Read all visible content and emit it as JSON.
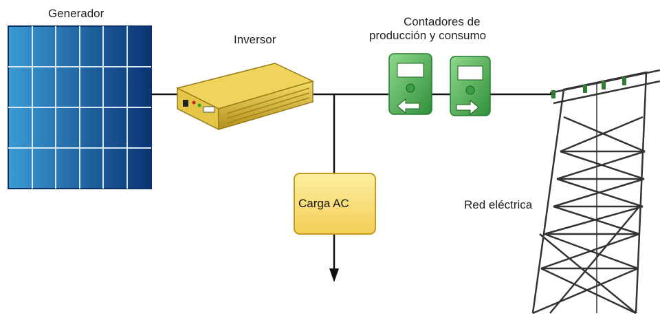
{
  "labels": {
    "generator": "Generador",
    "inverter": "Inversor",
    "meters_line1": "Contadores de",
    "meters_line2": "producción y consumo",
    "load": "Carga AC",
    "grid": "Red eléctrica"
  },
  "colors": {
    "panel_light": "#2f8fc9",
    "panel_dark": "#0c3e7d",
    "inverter": "#e2c23a",
    "meter": "#5bbf5a",
    "load_box": "#f7dc6f",
    "wire": "#111111",
    "tower": "#333333"
  },
  "icons": {
    "solar_panel": "solar-panel-icon",
    "inverter": "inverter-icon",
    "meter_production": "meter-icon",
    "meter_consumption": "meter-icon",
    "tower": "transmission-tower-icon"
  }
}
